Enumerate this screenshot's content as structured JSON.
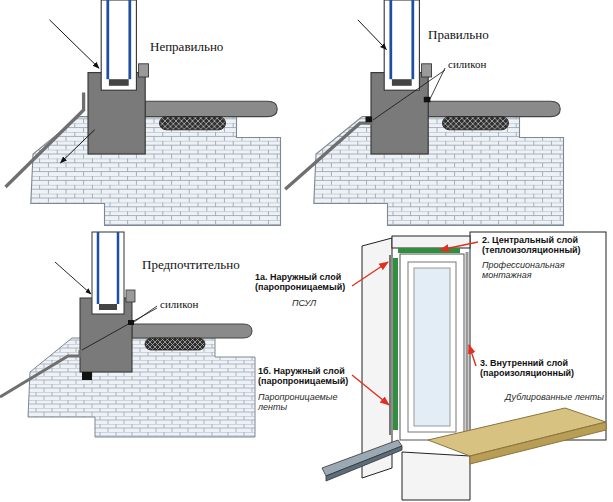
{
  "diagram": {
    "labels": [
      "Неправильно",
      "Правильно",
      "силикон",
      "Предпочтительно",
      "силикон",
      "1а. Наружный слой (паропроницаемый)",
      "ПСУЛ",
      "2. Центральный слой (теплоизоляционный)",
      "Профессиональная монтажная",
      "3. Внутренний слой (пароизоляционный)",
      "1б. Наружный слой (паропроницаемый)",
      "Паропроницаемые ленты",
      "Дублированные ленты"
    ]
  }
}
